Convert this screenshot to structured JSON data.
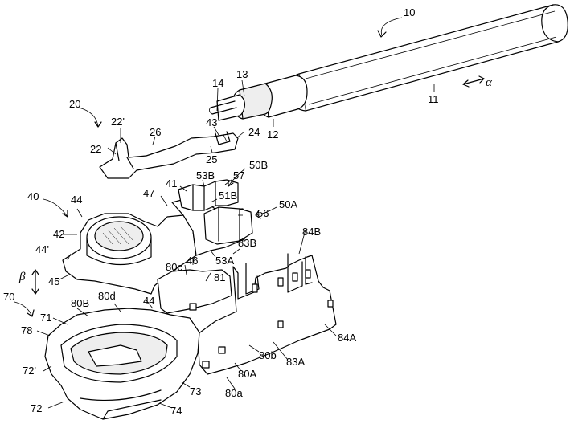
{
  "labels": {
    "l10": "10",
    "l13": "13",
    "l14": "14",
    "l11": "11",
    "l12": "12",
    "lalpha": "α",
    "l20": "20",
    "l22p": "22'",
    "l22": "22",
    "l26": "26",
    "l43": "43",
    "l24": "24",
    "l25": "25",
    "l50B": "50B",
    "l53B": "53B",
    "l57": "57",
    "l41": "41",
    "l51B": "51B",
    "l50A": "50A",
    "l56": "56",
    "l47": "47",
    "l40": "40",
    "l44a": "44",
    "l42": "42",
    "l44p": "44'",
    "l45": "45",
    "l46": "46",
    "l53A": "53A",
    "l83B": "83B",
    "l84B": "84B",
    "lbeta": "β",
    "l80c": "80c",
    "l81": "81",
    "l70": "70",
    "l80B": "80B",
    "l80d": "80d",
    "l44b": "44",
    "l71": "71",
    "l78": "78",
    "l72p": "72'",
    "l72": "72",
    "l73": "73",
    "l74": "74",
    "l80b": "80b",
    "l83A": "83A",
    "l84A": "84A",
    "l80A": "80A",
    "l80a": "80a"
  }
}
